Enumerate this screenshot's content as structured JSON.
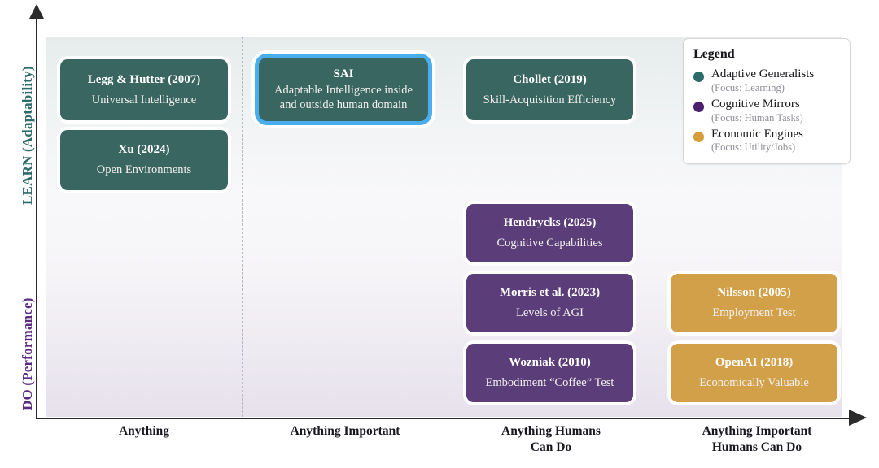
{
  "axes": {
    "y_upper_label": "LEARN (Adaptability)",
    "y_lower_label": "DO (Performance)",
    "y_upper_color": "#2d6a6a",
    "y_lower_color": "#5b2d82",
    "x_tick_labels": [
      "Anything",
      "Anything Important",
      "Anything Humans\nCan Do",
      "Anything Important\nHumans Can Do"
    ]
  },
  "legend": {
    "title": "Legend",
    "items": [
      {
        "label": "Adaptive Generalists",
        "focus": "(Focus: Learning)",
        "color": "#2d6a6a"
      },
      {
        "label": "Cognitive Mirrors",
        "focus": "(Focus: Human Tasks)",
        "color": "#4b1f6e"
      },
      {
        "label": "Economic Engines",
        "focus": "(Focus: Utility/Jobs)",
        "color": "#d59d3c"
      }
    ]
  },
  "boxes": [
    {
      "title": "Legg & Hutter (2007)",
      "subtitle": "Universal Intelligence",
      "category": "cat-learn",
      "highlighted": false
    },
    {
      "title": "Xu (2024)",
      "subtitle": "Open Environments",
      "category": "cat-learn",
      "highlighted": false
    },
    {
      "title": "SAI",
      "subtitle": "Adaptable Intelligence inside and outside human domain",
      "category": "cat-learn",
      "highlighted": true
    },
    {
      "title": "Chollet (2019)",
      "subtitle": "Skill-Acquisition Efficiency",
      "category": "cat-learn",
      "highlighted": false
    },
    {
      "title": "Hendrycks (2025)",
      "subtitle": "Cognitive Capabilities",
      "category": "cat-mirror",
      "highlighted": false
    },
    {
      "title": "Morris et al. (2023)",
      "subtitle": "Levels of AGI",
      "category": "cat-mirror",
      "highlighted": false
    },
    {
      "title": "Wozniak (2010)",
      "subtitle": "Embodiment “Coffee” Test",
      "category": "cat-mirror",
      "highlighted": false
    },
    {
      "title": "Nilsson (2005)",
      "subtitle": "Employment Test",
      "category": "cat-econ",
      "highlighted": false
    },
    {
      "title": "OpenAI (2018)",
      "subtitle": "Economically Valuable",
      "category": "cat-econ",
      "highlighted": false
    }
  ],
  "colors": {
    "adaptive_generalists": "#3a6661",
    "cognitive_mirrors": "#5b3d7a",
    "economic_engines": "#d2a048",
    "highlight_border": "#4aaded"
  }
}
